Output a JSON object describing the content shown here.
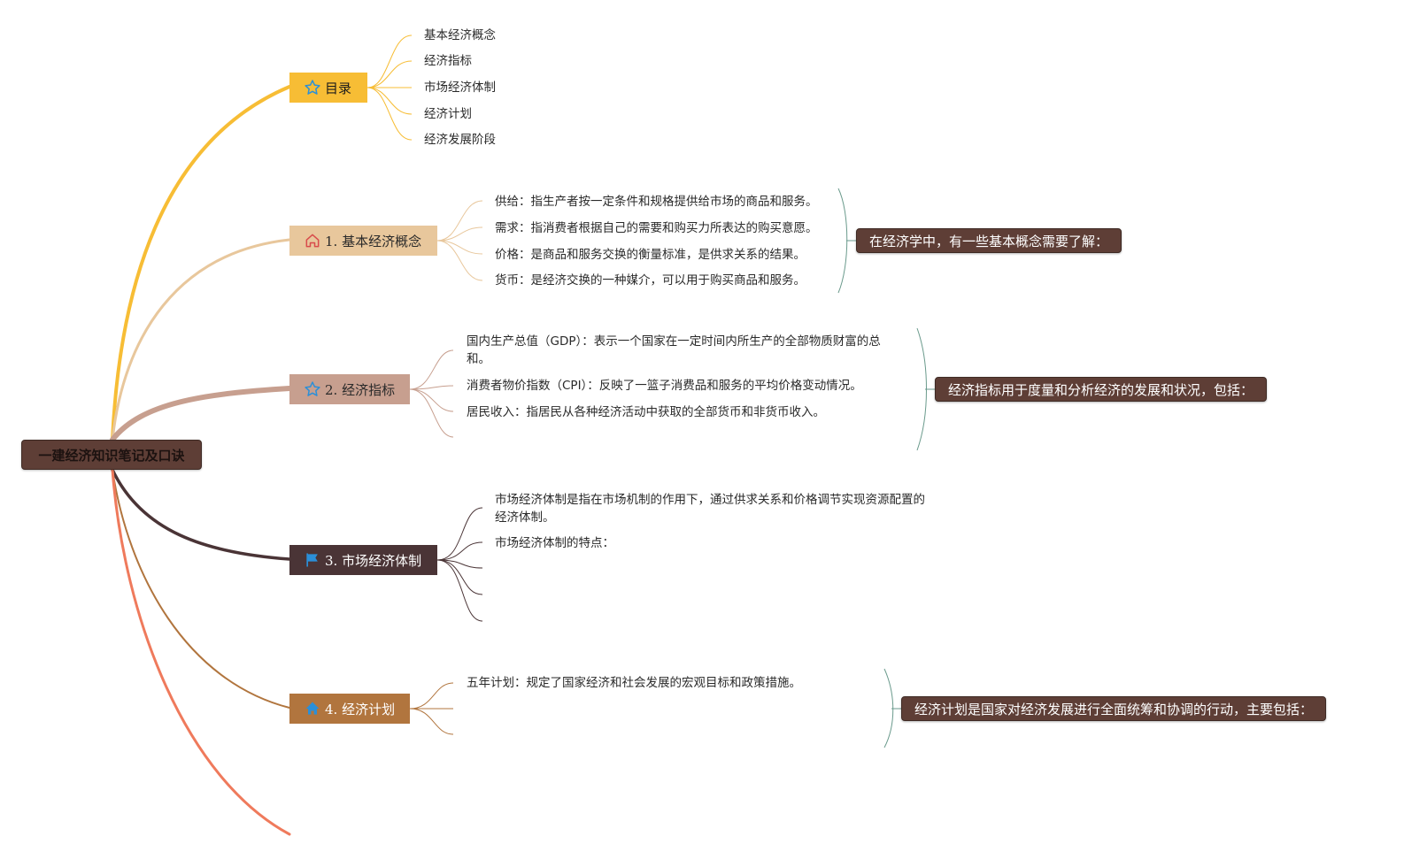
{
  "root": {
    "label": "一建经济知识笔记及口诀"
  },
  "branches": [
    {
      "label": "目录",
      "icon": "star-icon",
      "color": "#f7bd35",
      "text_color": "#1c1c1c",
      "items": [
        "基本经济概念",
        "经济指标",
        "市场经济体制",
        "经济计划",
        "经济发展阶段"
      ]
    },
    {
      "label": "1. 基本经济概念",
      "icon": "home-icon",
      "color": "#e8c79c",
      "text_color": "#2a2a2a",
      "items": [
        "供给：指生产者按一定条件和规格提供给市场的商品和服务。",
        "需求：指消费者根据自己的需要和购买力所表达的购买意愿。",
        "价格：是商品和服务交换的衡量标准，是供求关系的结果。",
        "货币：是经济交换的一种媒介，可以用于购买商品和服务。"
      ],
      "summary": "在经济学中，有一些基本概念需要了解："
    },
    {
      "label": "2. 经济指标",
      "icon": "star-icon",
      "color": "#c79f8f",
      "text_color": "#2a2a2a",
      "items": [
        "国内生产总值（GDP）：表示一个国家在一定时间内所生产的全部物质财富的总和。",
        "消费者物价指数（CPI）：反映了一篮子消费品和服务的平均价格变动情况。",
        "居民收入：指居民从各种经济活动中获取的全部货币和非货币收入。"
      ],
      "summary": "经济指标用于度量和分析经济的发展和状况，包括："
    },
    {
      "label": "3. 市场经济体制",
      "icon": "flag-icon",
      "color": "#4a3436",
      "text_color": "#ffffff",
      "items": [
        "市场经济体制是指在市场机制的作用下，通过供求关系和价格调节实现资源配置的经济体制。",
        "市场经济体制的特点："
      ]
    },
    {
      "label": "4. 经济计划",
      "icon": "house-icon",
      "color": "#b1753e",
      "text_color": "#ffffff",
      "items": [
        "五年计划：规定了国家经济和社会发展的宏观目标和政策措施。"
      ],
      "summary": "经济计划是国家对经济发展进行全面统筹和协调的行动，主要包括："
    }
  ],
  "colors": {
    "root": "#5e3e36",
    "bracket": "#6a9a8c",
    "extra_branch": "#ef7a5c",
    "icon_blue": "#2b8fd8",
    "icon_red": "#d84b4b"
  }
}
